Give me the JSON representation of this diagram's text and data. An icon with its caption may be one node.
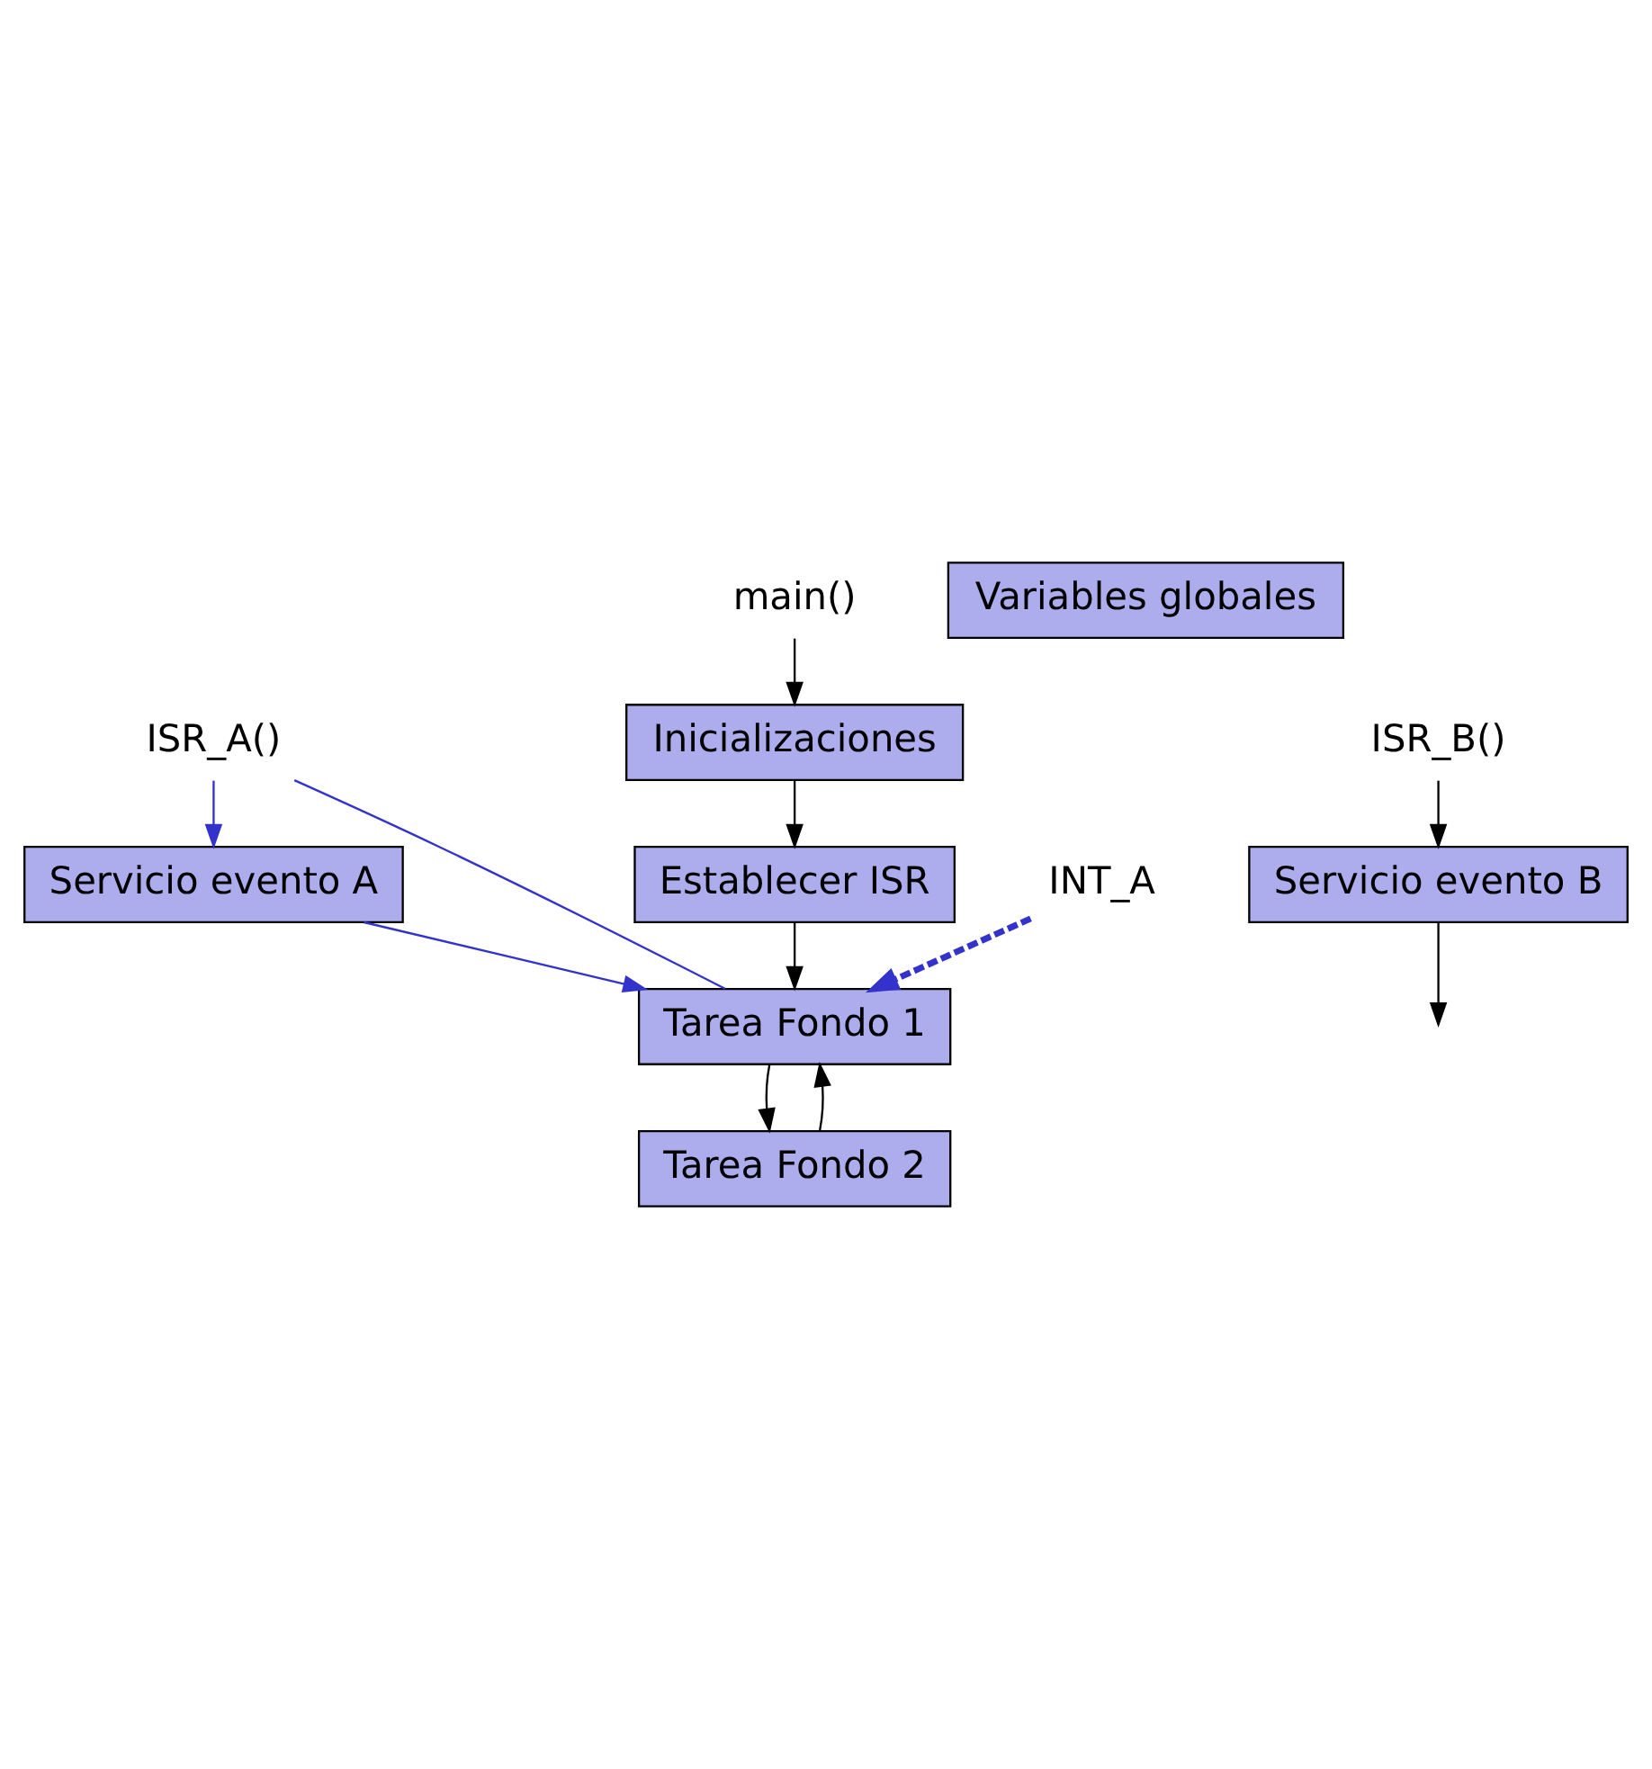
{
  "diagram": {
    "nodes": [
      {
        "text": [
          "ISR_A()"
        ]
      },
      {
        "text": [
          "Servicio evento A"
        ]
      },
      {
        "text": [
          "ISR_B()"
        ]
      },
      {
        "text": [
          "Servicio evento B"
        ]
      },
      {
        "text": [
          "main()"
        ]
      },
      {
        "text": [
          "Variables globales"
        ]
      },
      {
        "text": [
          "Inicializaciones"
        ]
      },
      {
        "text": [
          "Establecer ISR"
        ]
      },
      {
        "text": [
          "INT_A"
        ]
      },
      {
        "text": [
          "Tarea Fondo 1"
        ]
      },
      {
        "text": [
          "Tarea Fondo 2"
        ]
      }
    ],
    "edges": [
      {
        "from": 0,
        "to": 1,
        "arrow": "to",
        "color": "#3333cc"
      },
      {
        "from": 1,
        "to": 9,
        "arrow": "to",
        "color": "#3333cc"
      },
      {
        "from": 9,
        "to": 0,
        "arrow": "none",
        "color": "#3333cc"
      },
      {
        "from": 2,
        "to": 3,
        "arrow": "to"
      },
      {
        "from": 3,
        "to": null,
        "arrow": "to"
      },
      {
        "from": 4,
        "to": 6,
        "arrow": "to"
      },
      {
        "from": 6,
        "to": 7,
        "arrow": "to"
      },
      {
        "from": 7,
        "to": 9,
        "arrow": "to"
      },
      {
        "from": 8,
        "to": 9,
        "arrow": "to",
        "style": "dashed",
        "color": "#3333cc"
      },
      {
        "from": 9,
        "to": 10,
        "arrow": "to"
      },
      {
        "from": 10,
        "to": 9,
        "arrow": "to"
      }
    ]
  }
}
